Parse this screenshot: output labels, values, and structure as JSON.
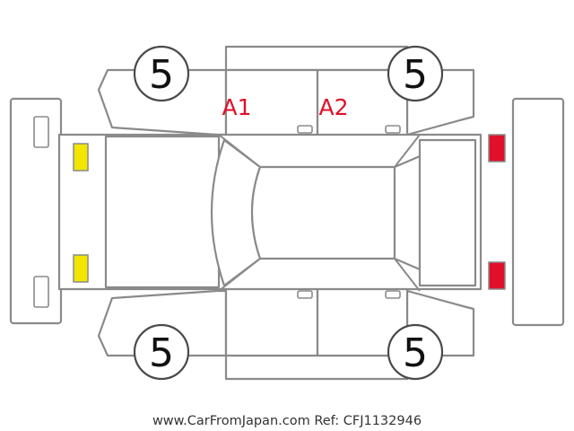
{
  "tires": {
    "front_left": "5",
    "rear_left": "5",
    "front_right": "5",
    "rear_right": "5"
  },
  "damage_labels": {
    "front_door_left": "A1",
    "rear_door_left": "A2"
  },
  "lights": {
    "front_color": "#f2e600",
    "rear_color": "#e0102a"
  },
  "footer": {
    "watermark": "www.CarFromJapan.com Ref: CFJ1132946"
  }
}
